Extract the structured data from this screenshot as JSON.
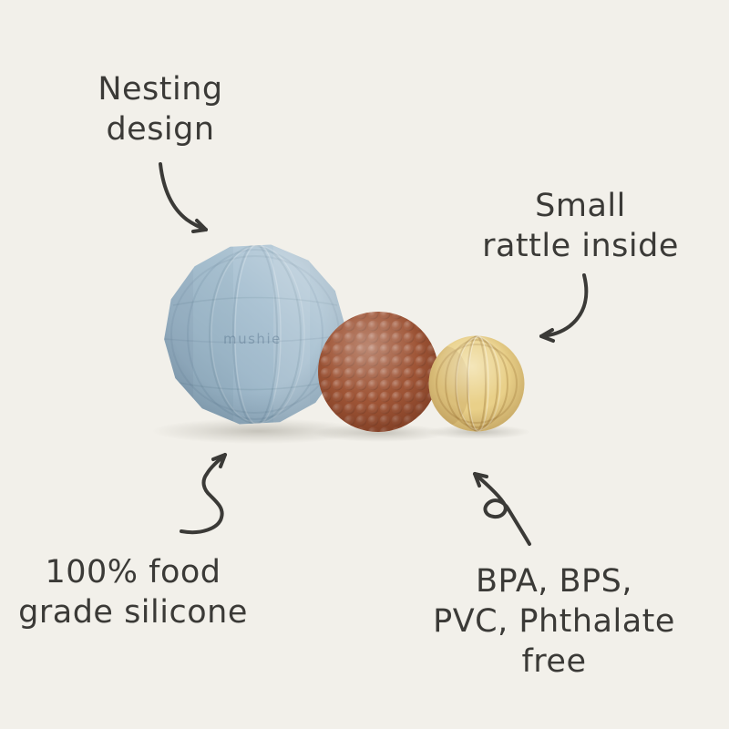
{
  "colors": {
    "background": "#f2f0ea",
    "ink": "#3b3a37",
    "ball_blue": "#a7c0d1",
    "ball_orange": "#c76a44",
    "ball_yellow": "#e9d089"
  },
  "product": {
    "brand_embossed": "mushie",
    "balls": [
      {
        "description": "large blue faceted ball",
        "color": "#a7c0d1"
      },
      {
        "description": "medium orange bumpy ball",
        "color": "#c76a44"
      },
      {
        "description": "small yellow ribbed ball",
        "color": "#e9d089"
      }
    ]
  },
  "annotations": {
    "nesting_design": "Nesting\ndesign",
    "small_rattle": "Small\nrattle inside",
    "food_grade": "100% food\ngrade silicone",
    "bpa_free": "BPA, BPS,\nPVC, Phthalate\nfree"
  }
}
